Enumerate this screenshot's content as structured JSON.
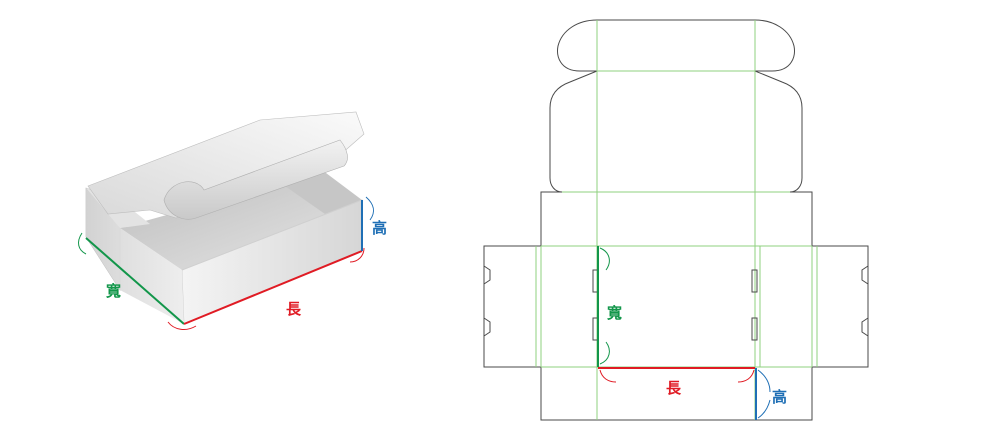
{
  "box_view": {
    "length_label": "長",
    "width_label": "寬",
    "height_label": "高"
  },
  "dieline": {
    "length_label": "長",
    "width_label": "寬",
    "height_label": "高"
  },
  "colors": {
    "length": "#e01b24",
    "width": "#12964a",
    "height": "#1f6fb5",
    "cut_line": "#4a4a4a",
    "fold_line": "#8fd07f"
  }
}
